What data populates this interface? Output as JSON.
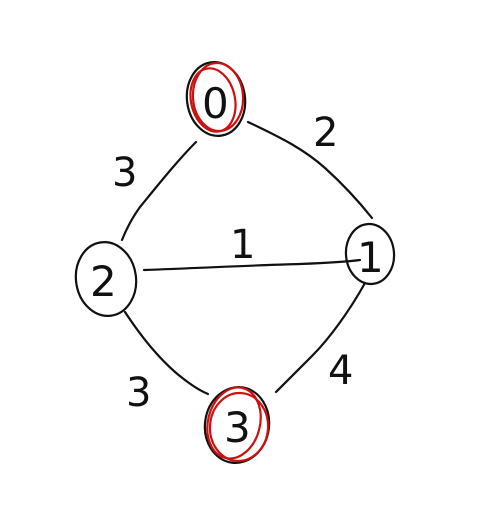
{
  "colors": {
    "ink": "#111111",
    "highlight": "#cc1111",
    "background": "#ffffff"
  },
  "nodes": [
    {
      "id": "node-0",
      "label": "0",
      "highlighted": true
    },
    {
      "id": "node-1",
      "label": "1",
      "highlighted": false
    },
    {
      "id": "node-2",
      "label": "2",
      "highlighted": false
    },
    {
      "id": "node-3",
      "label": "3",
      "highlighted": true
    }
  ],
  "edges": [
    {
      "id": "edge-0-1",
      "from": "0",
      "to": "1",
      "weight": "2"
    },
    {
      "id": "edge-0-2",
      "from": "0",
      "to": "2",
      "weight": "3"
    },
    {
      "id": "edge-2-1",
      "from": "2",
      "to": "1",
      "weight": "1"
    },
    {
      "id": "edge-2-3",
      "from": "2",
      "to": "3",
      "weight": "3"
    },
    {
      "id": "edge-1-3",
      "from": "1",
      "to": "3",
      "weight": "4"
    }
  ]
}
